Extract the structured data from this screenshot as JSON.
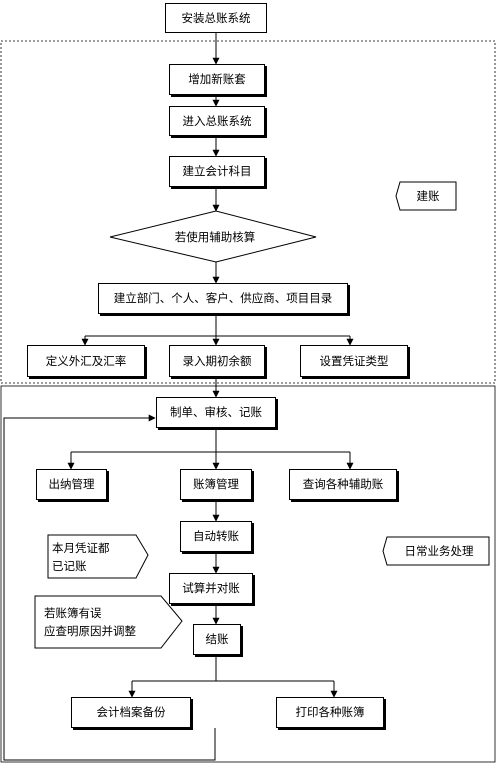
{
  "nodes": {
    "install": "安装总账系统",
    "add_set": "增加新账套",
    "enter_system": "进入总账系统",
    "create_subjects": "建立会计科目",
    "use_aux": "若使用辅助核算",
    "create_dirs": "建立部门、个人、客户、供应商、项目目录",
    "define_fx": "定义外汇及汇率",
    "opening_balance": "录入期初余额",
    "voucher_types": "设置凭证类型",
    "make_voucher": "制单、审核、记账",
    "cashier": "出纳管理",
    "ledger_mgmt": "账簿管理",
    "query_aux": "查询各种辅助账",
    "auto_transfer": "自动转账",
    "trial_balance": "试算并对账",
    "close": "结账",
    "backup": "会计档案备份",
    "print": "打印各种账簿"
  },
  "sections": {
    "setup": "建账",
    "daily": "日常业务处理"
  },
  "callouts": {
    "posted_line1": "本月凭证都",
    "posted_line2": "已记账",
    "error_line1": "若账簿有误",
    "error_line2": "应查明原因并调整"
  }
}
